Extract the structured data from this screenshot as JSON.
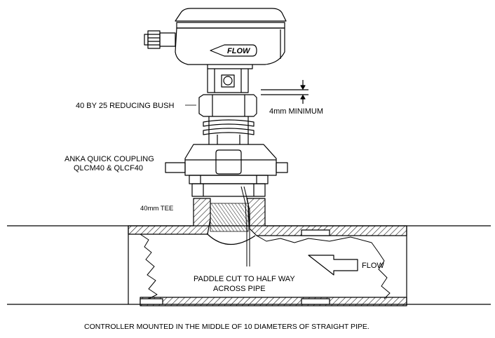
{
  "labels": {
    "reducing_bush": "40 BY 25 REDUCING BUSH",
    "minimum_gap": "4mm MINIMUM",
    "coupling_line1": "ANKA QUICK COUPLING",
    "coupling_line2": "QLCM40 & QLCF40",
    "tee": "40mm TEE",
    "paddle_line1": "PADDLE CUT TO HALF WAY",
    "paddle_line2": "ACROSS PIPE",
    "flow_arrow": "FLOW",
    "housing_flow": "FLOW"
  },
  "caption": "CONTROLLER MOUNTED IN THE MIDDLE OF 10 DIAMETERS OF STRAIGHT PIPE."
}
